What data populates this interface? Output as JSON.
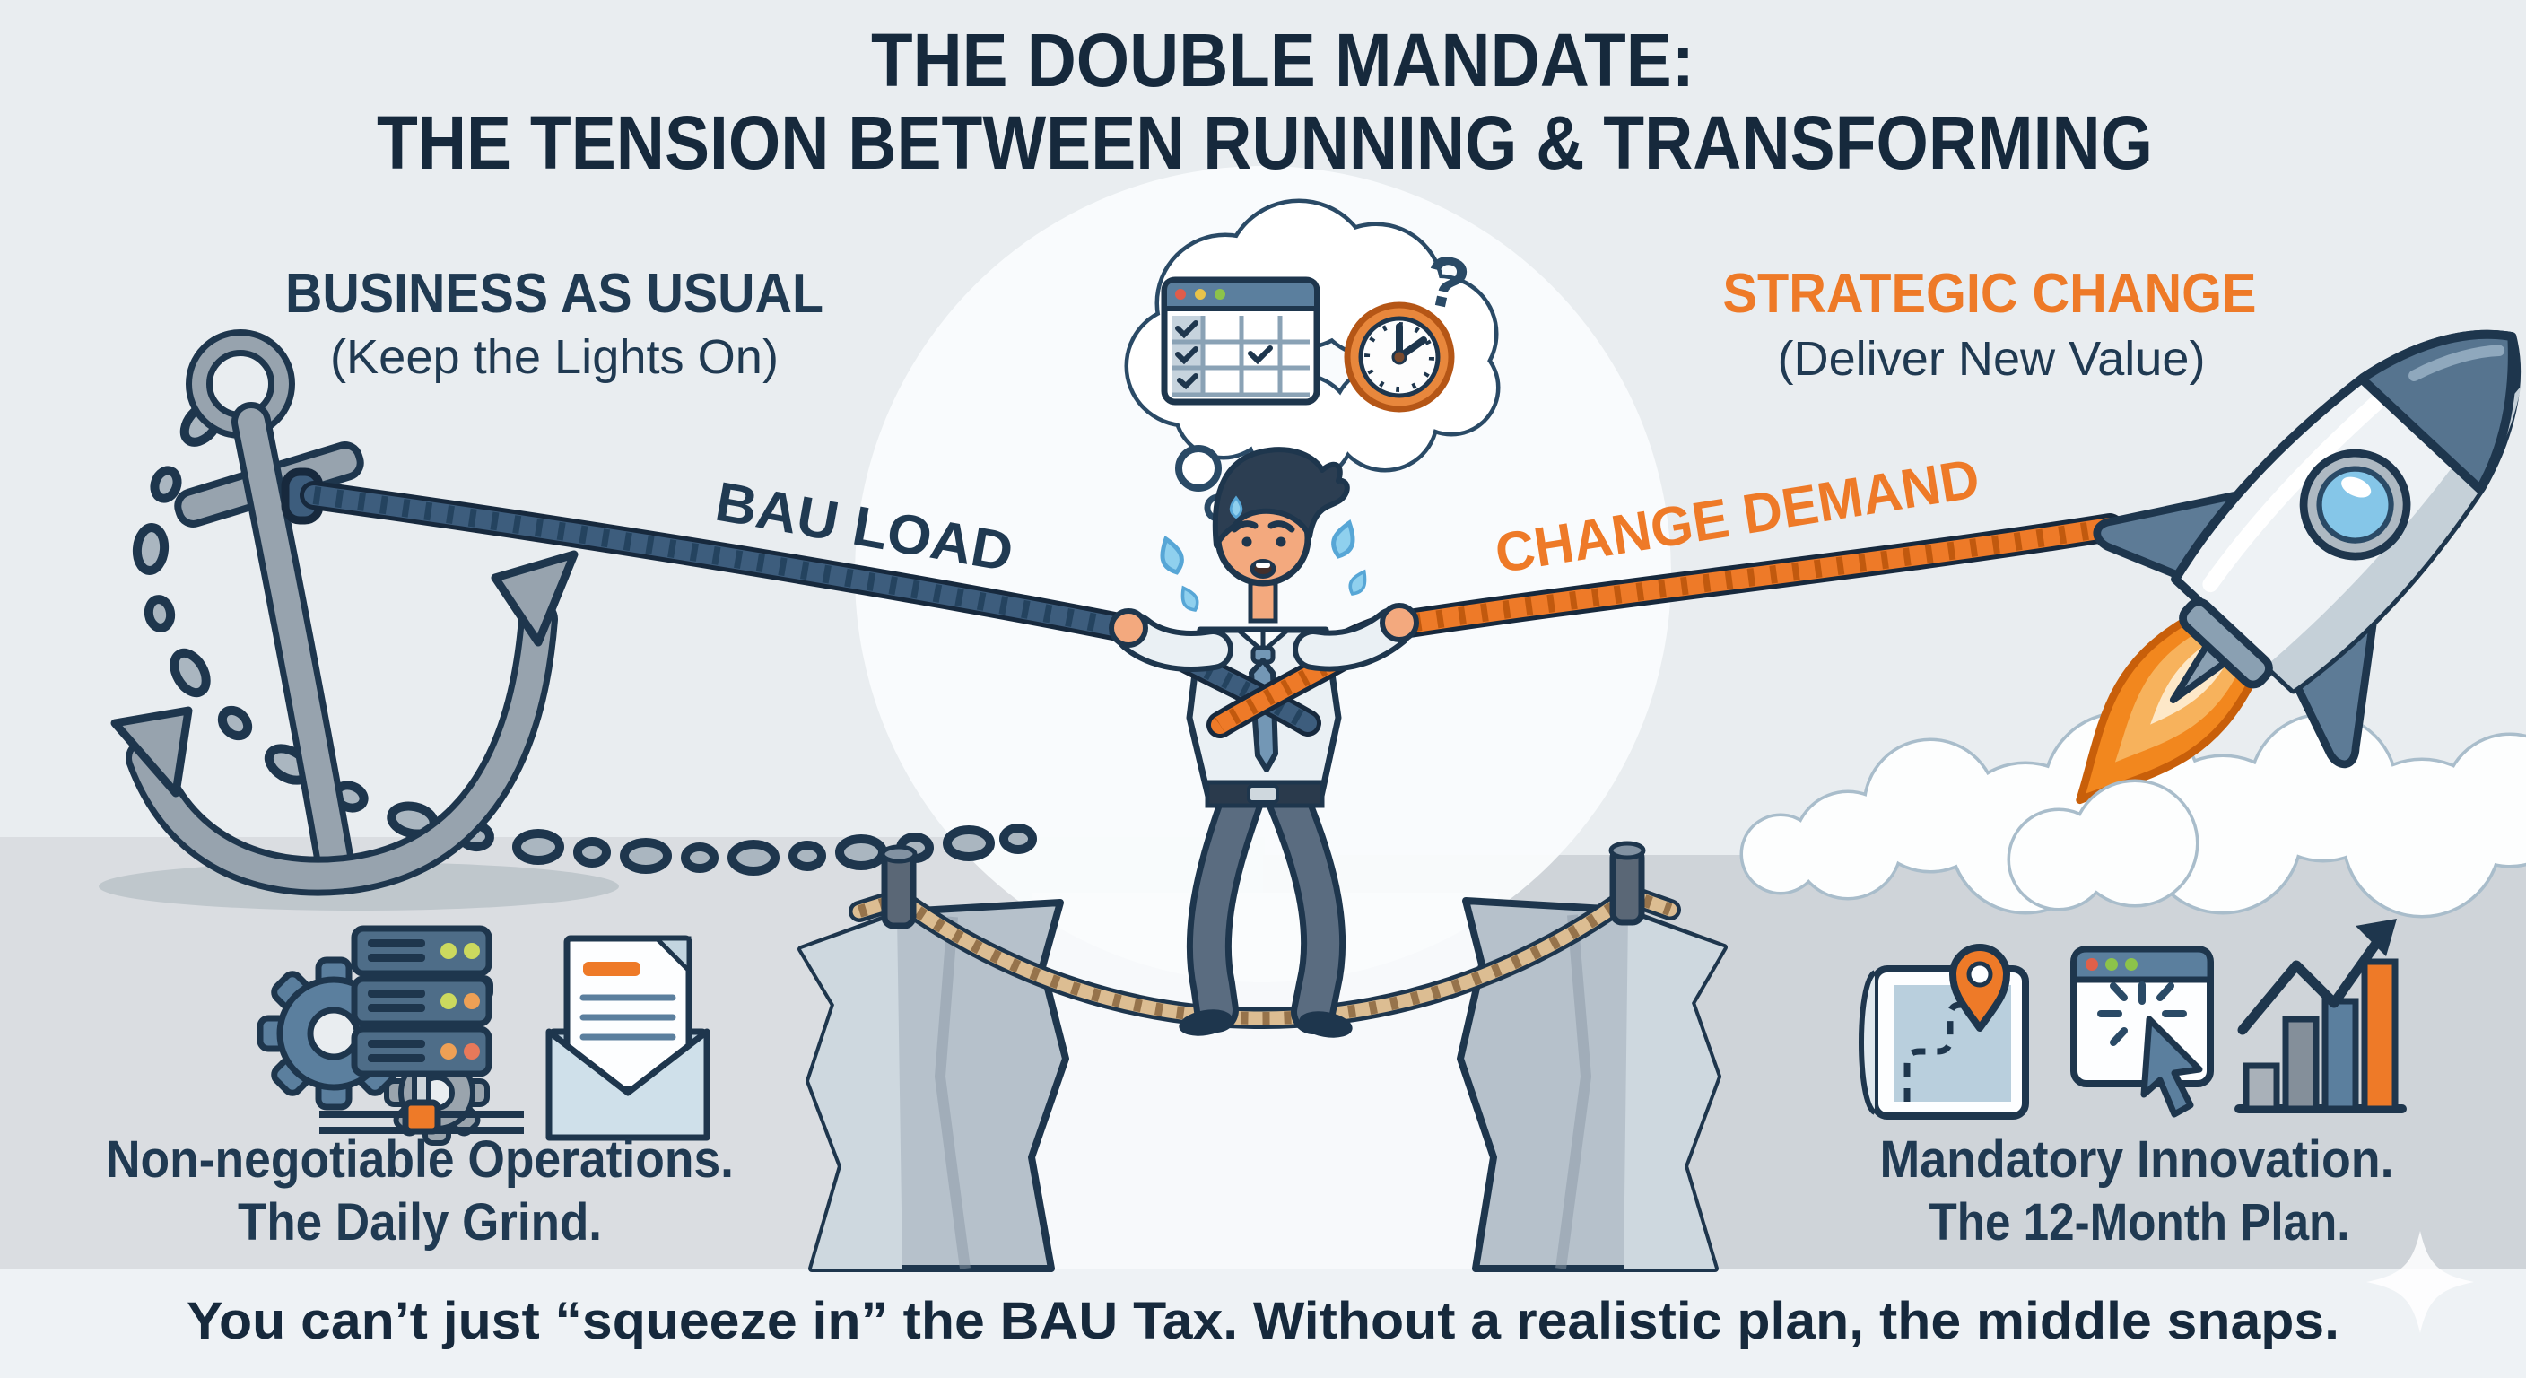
{
  "title": {
    "line1": "THE DOUBLE MANDATE:",
    "line2": "THE TENSION BETWEEN RUNNING & TRANSFORMING"
  },
  "left_side": {
    "heading": "BUSINESS AS USUAL",
    "subheading": "(Keep the Lights On)",
    "rope_label": "BAU LOAD",
    "caption": {
      "line1": "Non-negotiable Operations.",
      "line2": "The Daily Grind."
    },
    "icons": [
      "anchor-icon",
      "gears-icon",
      "server-rack-icon",
      "envelope-icon"
    ]
  },
  "right_side": {
    "heading": "STRATEGIC CHANGE",
    "subheading": "(Deliver New Value)",
    "rope_label": "CHANGE DEMAND",
    "caption": {
      "line1": "Mandatory Innovation.",
      "line2": "The 12-Month Plan."
    },
    "icons": [
      "rocket-icon",
      "roadmap-icon",
      "browser-click-icon",
      "growth-chart-icon"
    ]
  },
  "thought_bubble": {
    "question_mark": "?",
    "contents": [
      "calendar-icon",
      "clock-icon"
    ]
  },
  "footer": {
    "text": "You can’t just “squeeze in” the BAU Tax. Without a realistic plan, the middle snaps."
  },
  "colors": {
    "title_navy": "#16293c",
    "navy": "#203a52",
    "outline_navy": "#1e364d",
    "orange": "#ee7a28",
    "steel_blue": "#5b7f9e",
    "rope_blue": "#3d5d7d",
    "rope_tan": "#dcbd92",
    "background": "#e9edf0",
    "band_left": "#dadde1",
    "band_right": "#cfd4d9",
    "footer_band": "#eef2f5",
    "sweat_blue": "#8fd0ee"
  }
}
